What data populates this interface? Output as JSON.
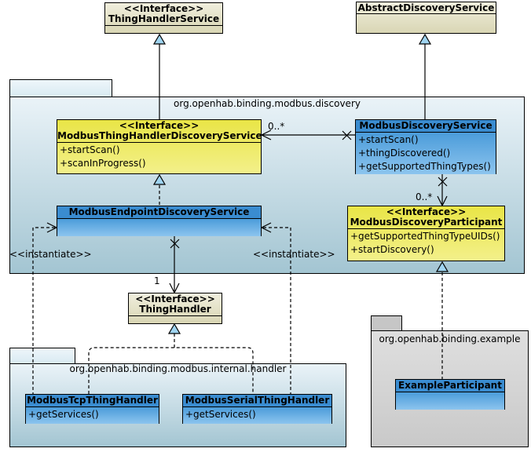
{
  "colors": {
    "class_tan": "#e3e0c0",
    "class_yellow": "#ebe74d",
    "class_blue_title": "#3a8cd0",
    "class_blue_body_top": "#4b9cda",
    "class_blue_body_bottom": "#8cc4ee",
    "package_blue_top": "#eaf3f8",
    "package_blue_bottom": "#a3c5d2",
    "package_gray": "#d4d4d4",
    "triangle_fill": "#9fd4f0",
    "line_color": "#000000"
  },
  "packages": {
    "discovery": {
      "title": "org.openhab.binding.modbus.discovery"
    },
    "handler": {
      "title": "org.openhab.binding.modbus.internal.handler"
    },
    "example": {
      "title": "org.openhab.binding.example"
    }
  },
  "classes": {
    "thing_handler_service": {
      "stereotype": "<<Interface>>",
      "name": "ThingHandlerService"
    },
    "abstract_discovery_service": {
      "name": "AbstractDiscoveryService"
    },
    "modbus_thing_handler_discovery_service": {
      "stereotype": "<<Interface>>",
      "name": "ModbusThingHandlerDiscoveryService",
      "methods": [
        "+startScan()",
        "+scanInProgress()"
      ]
    },
    "modbus_discovery_service": {
      "name": "ModbusDiscoveryService",
      "methods": [
        "+startScan()",
        "+thingDiscovered()",
        "+getSupportedThingTypes()"
      ]
    },
    "modbus_endpoint_discovery_service": {
      "name": "ModbusEndpointDiscoveryService"
    },
    "modbus_discovery_participant": {
      "stereotype": "<<Interface>>",
      "name": "ModbusDiscoveryParticipant",
      "methods": [
        "+getSupportedThingTypeUIDs()",
        "+startDiscovery()"
      ]
    },
    "thing_handler": {
      "stereotype": "<<Interface>>",
      "name": "ThingHandler"
    },
    "modbus_tcp_thing_handler": {
      "name": "ModbusTcpThingHandler",
      "methods": [
        "+getServices()"
      ]
    },
    "modbus_serial_thing_handler": {
      "name": "ModbusSerialThingHandler",
      "methods": [
        "+getServices()"
      ]
    },
    "example_participant": {
      "name": "ExampleParticipant"
    }
  },
  "labels": {
    "multiplicity_service_interface": "0..*",
    "multiplicity_service_participant": "0..*",
    "multiplicity_thing_handler": "1",
    "instantiate_left": "<<instantiate>>",
    "instantiate_right": "<<instantiate>>"
  }
}
